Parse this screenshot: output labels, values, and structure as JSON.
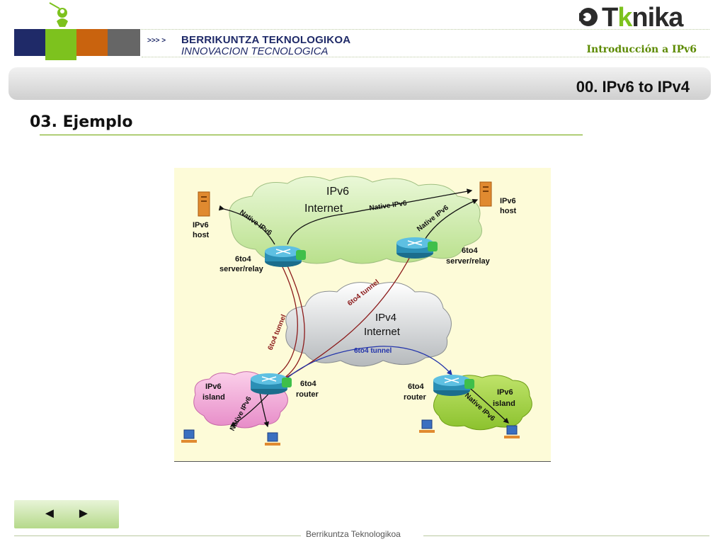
{
  "header": {
    "brand_arrows": ">>> >",
    "brand_line1": "BERRIKUNTZA TEKNOLOGIKOA",
    "brand_line2": "INNOVACION TECNOLOGICA",
    "course": "Introducción a IPv6",
    "logo_prefix": "T",
    "logo_accent": "k",
    "logo_suffix": "nika"
  },
  "colors": {
    "navy": "#1f2a68",
    "green": "#7dc21e",
    "orange": "#c9630e",
    "gray": "#666666",
    "accent_text": "#5c8a00"
  },
  "banner": {
    "title": "00. IPv6 to IPv4"
  },
  "section": {
    "title": "03. Ejemplo"
  },
  "diagram": {
    "ipv6_cloud": "IPv6\nInternet",
    "ipv6_cloud_l1": "IPv6",
    "ipv6_cloud_l2": "Internet",
    "ipv4_cloud_l1": "IPv4",
    "ipv4_cloud_l2": "Internet",
    "native_ipv6": "Native IPv6",
    "tunnel": "6to4 tunnel",
    "host_l1": "IPv6",
    "host_l2": "host",
    "relay_l1": "6to4",
    "relay_l2": "server/relay",
    "router_l1": "6to4",
    "router_l2": "router",
    "island_l1": "IPv6",
    "island_l2": "island"
  },
  "nav": {
    "prev": "◄",
    "next": "►"
  },
  "footer": {
    "text": "Berrikuntza Teknologikoa"
  }
}
